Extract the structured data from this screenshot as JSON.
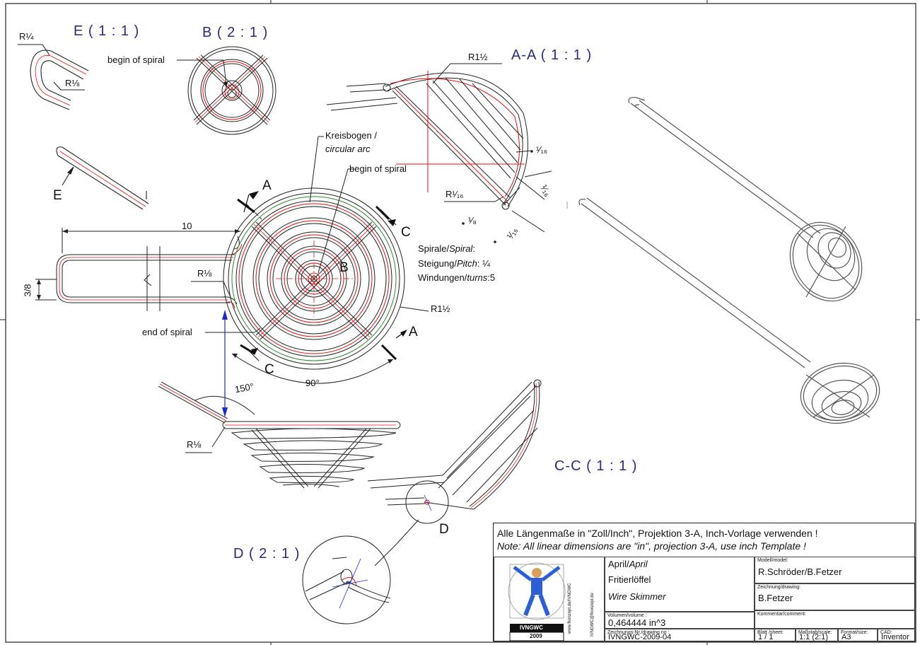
{
  "views": {
    "detail_e": "E ( 1 : 1 )",
    "detail_b": "B ( 2 : 1 )",
    "section_aa": "A-A ( 1 : 1 )",
    "section_cc": "C-C ( 1 : 1 )",
    "detail_d": "D ( 2 : 1 )"
  },
  "annotations": {
    "r_quarter": "R¼",
    "r_eighth_e": "R⅛",
    "begin_spiral_b": "begin of spiral",
    "kreisbogen": "Kreisbogen /",
    "circular_arc": "circular arc",
    "begin_spiral_main": "begin of spiral",
    "r_one_half_aa": "R1½",
    "sixteenth_1": "¹⁄₁₆",
    "r_sixteenth": "R¹⁄₁₆",
    "sixteenth_2": "¹⁄₁₆",
    "eighth_aa": "¹⁄₈",
    "sixteenth_3": "¹⁄₁₆",
    "spiral_1": "Spirale/",
    "spiral_1_it": "Spiral",
    "spiral_1_end": ":",
    "spiral_2": "Steigung/",
    "spiral_2_it": "Pitch",
    "spiral_2_end": ": ¼",
    "spiral_3": "Windungen/",
    "spiral_3_it": "turns",
    "spiral_3_end": ":5",
    "dim_10": "10",
    "dim_3_8": "3/8",
    "r_eighth_main": "R⅛",
    "r_one_half_main": "R1½",
    "end_spiral": "end of spiral",
    "dim_90": "90°",
    "dim_150": "150°",
    "r_eighth_side": "R⅛",
    "label_e": "E",
    "label_b": "B",
    "label_a1": "A",
    "label_a2": "A",
    "label_c1": "C",
    "label_c2": "C",
    "label_d": "D"
  },
  "title_block": {
    "note_de": "Alle Längenmaße in \"Zoll/Inch\", Projektion 3-A, Inch-Vorlage verwenden !",
    "note_en": "Note: All linear dimensions are \"in\", projection 3-A, use inch Template !",
    "date": "April/",
    "date_it": "April",
    "name_de": "Fritierlöffel",
    "name_en": "Wire Skimmer",
    "volume_label": "Volumen/volume :",
    "volume": "0,464444 in^3",
    "drawing_no_label": "Zeichnungs-Nr./drawing no :",
    "drawing_no": "IVNGWC-2009-04",
    "model_label": "Modell/model:",
    "model": "R.Schröder/B.Fetzer",
    "drawing_label": "Zeichnung/drawing:",
    "drawing": "B.Fetzer",
    "comment_label": "Kommentar/comment:",
    "sheet_label": "Blatt /sheet:",
    "sheet": "1 / 1",
    "scale_label": "Maßstab/scale:",
    "scale": "1:1 (2:1)",
    "format_label": "Format/size:",
    "format": "A3",
    "cad_label": "CAD:",
    "cad": "Inventor",
    "logo_text": "IVNGWC",
    "logo_year": "2009",
    "logo_web": "www.fkonzept.de/IVNGWC",
    "logo_mail": "IVNGWC@fkonzept.de"
  },
  "colors": {
    "line": "#222222",
    "red": "#e01010",
    "green": "#2a8a2a",
    "blue": "#1a2ad0",
    "view_label": "#2a2a7a"
  }
}
